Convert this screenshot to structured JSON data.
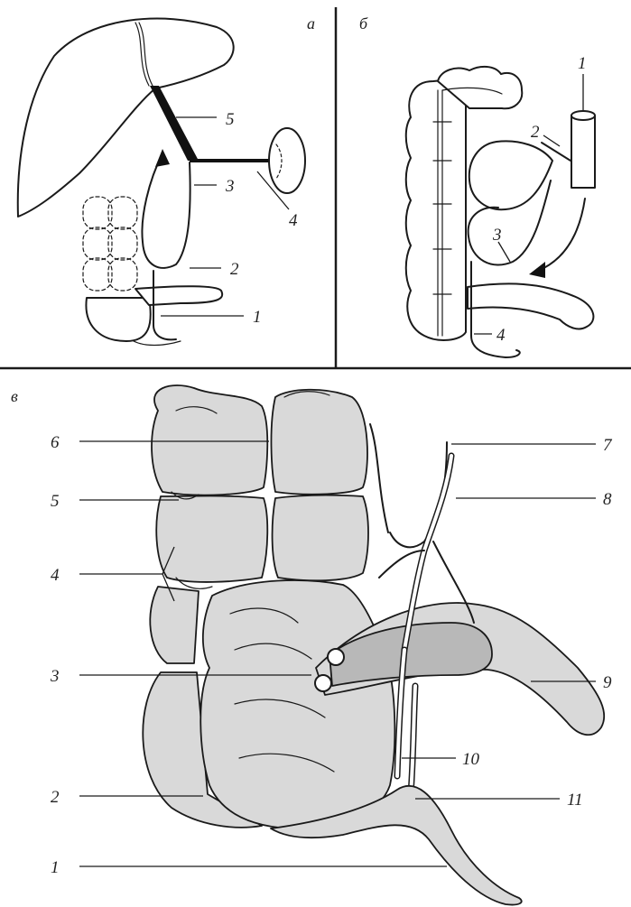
{
  "panels": {
    "a": {
      "label": "а",
      "callouts": [
        "5",
        "3",
        "4",
        "2",
        "1"
      ]
    },
    "b": {
      "label": "б",
      "callouts": [
        "1",
        "2",
        "3",
        "4"
      ]
    },
    "c": {
      "label": "в",
      "callouts_left": [
        "6",
        "5",
        "4",
        "3",
        "2",
        "1"
      ],
      "callouts_right": [
        "7",
        "8",
        "9",
        "10",
        "11"
      ]
    }
  },
  "colors": {
    "ink": "#1a1a1a",
    "shade": "#d9d9d9",
    "background": "#ffffff"
  }
}
